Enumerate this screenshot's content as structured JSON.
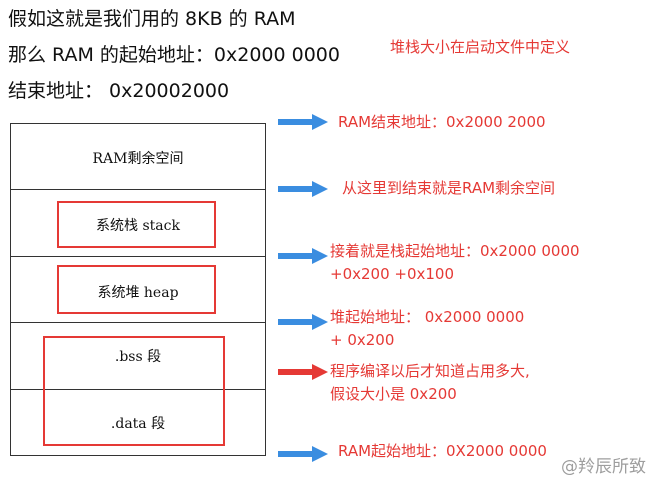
{
  "header": {
    "line1": "假如这就是我们用的 8KB 的 RAM",
    "line2": "那么 RAM 的起始地址：0x2000 0000",
    "line3": "结束地址：  0x20002000",
    "stack_size_note": "堆栈大小在启动文件中定义"
  },
  "memory_map": {
    "segments": [
      {
        "label": "RAM剩余空间"
      },
      {
        "label": "系统栈 stack"
      },
      {
        "label": "系统堆 heap"
      },
      {
        "label": ".bss 段"
      },
      {
        "label": ".data 段"
      }
    ]
  },
  "annotations": {
    "ram_end": "RAM结束地址：0x2000 2000",
    "remaining_space": "从这里到结束就是RAM剩余空间",
    "stack_start_line1": "接着就是栈起始地址：0x2000 0000",
    "stack_start_line2": "+0x200 +0x100",
    "heap_start_line1": "堆起始地址：  0x2000 0000",
    "heap_start_line2": "+ 0x200",
    "compile_line1": "程序编译以后才知道占用多大,",
    "compile_line2": "假设大小是 0x200",
    "ram_start": "RAM起始地址：0X2000 0000"
  },
  "colors": {
    "annotation_red": "#e53935",
    "arrow_blue": "#3a8de0",
    "arrow_red": "#e53935"
  },
  "arrow_icons": [
    "right-arrow-icon"
  ],
  "watermark": "@羚辰所致"
}
